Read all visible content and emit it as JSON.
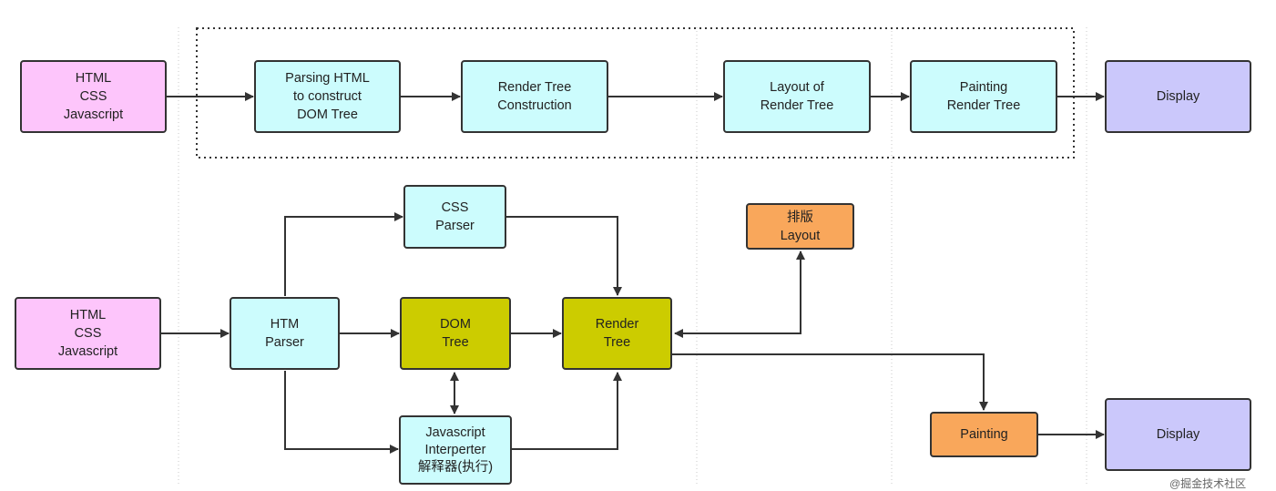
{
  "top_row": {
    "input": [
      "HTML",
      "CSS",
      "Javascript"
    ],
    "parse": [
      "Parsing HTML",
      "to construct",
      "DOM Tree"
    ],
    "render_tree": [
      "Render Tree",
      "Construction"
    ],
    "layout": [
      "Layout of",
      "Render Tree"
    ],
    "painting": [
      "Painting",
      "Render Tree"
    ],
    "display": [
      "Display"
    ]
  },
  "bottom_row": {
    "input": [
      "HTML",
      "CSS",
      "Javascript"
    ],
    "css_parser": [
      "CSS",
      "Parser"
    ],
    "htm_parser": [
      "HTM",
      "Parser"
    ],
    "dom_tree": [
      "DOM",
      "Tree"
    ],
    "js_interpreter": [
      "Javascript",
      "Interperter",
      "解释器(执行)"
    ],
    "render_tree": [
      "Render",
      "Tree"
    ],
    "layout": [
      "排版",
      "Layout"
    ],
    "painting": [
      "Painting"
    ],
    "display": [
      "Display"
    ]
  },
  "watermark": "@掘金技术社区",
  "colors": {
    "input": "#fdc5fb",
    "process": "#ccfcfd",
    "display": "#cbc8fb",
    "tree": "#cccc00",
    "highlight": "#f9a75b"
  }
}
